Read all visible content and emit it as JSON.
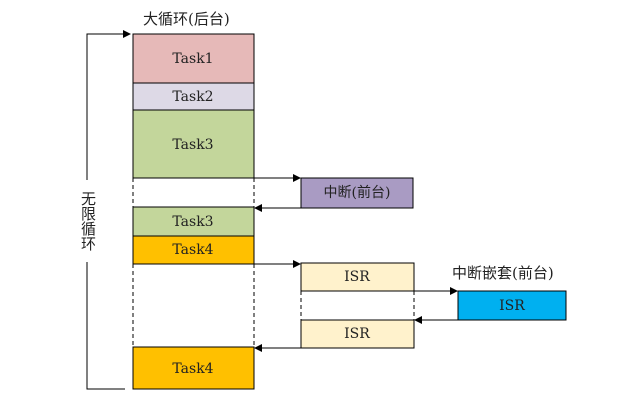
{
  "title": "大循环(后台)",
  "loop_label": "无限循环",
  "interrupt_label": "中断(前台)",
  "nested_label": "中断嵌套(前台)",
  "blocks": {
    "task1": "Task1",
    "task2": "Task2",
    "task3a": "Task3",
    "task3b": "Task3",
    "task4a": "Task4",
    "task4b": "Task4",
    "isr1": "ISR",
    "isr2": "ISR",
    "isr_nested": "ISR"
  },
  "colors": {
    "task1": "#e6b9b8",
    "task2": "#ddd9e6",
    "task3": "#c3d69b",
    "task4": "#ffc000",
    "interrupt": "#a99bc3",
    "isr": "#fff2cc",
    "isr_nested": "#00b0f0"
  }
}
